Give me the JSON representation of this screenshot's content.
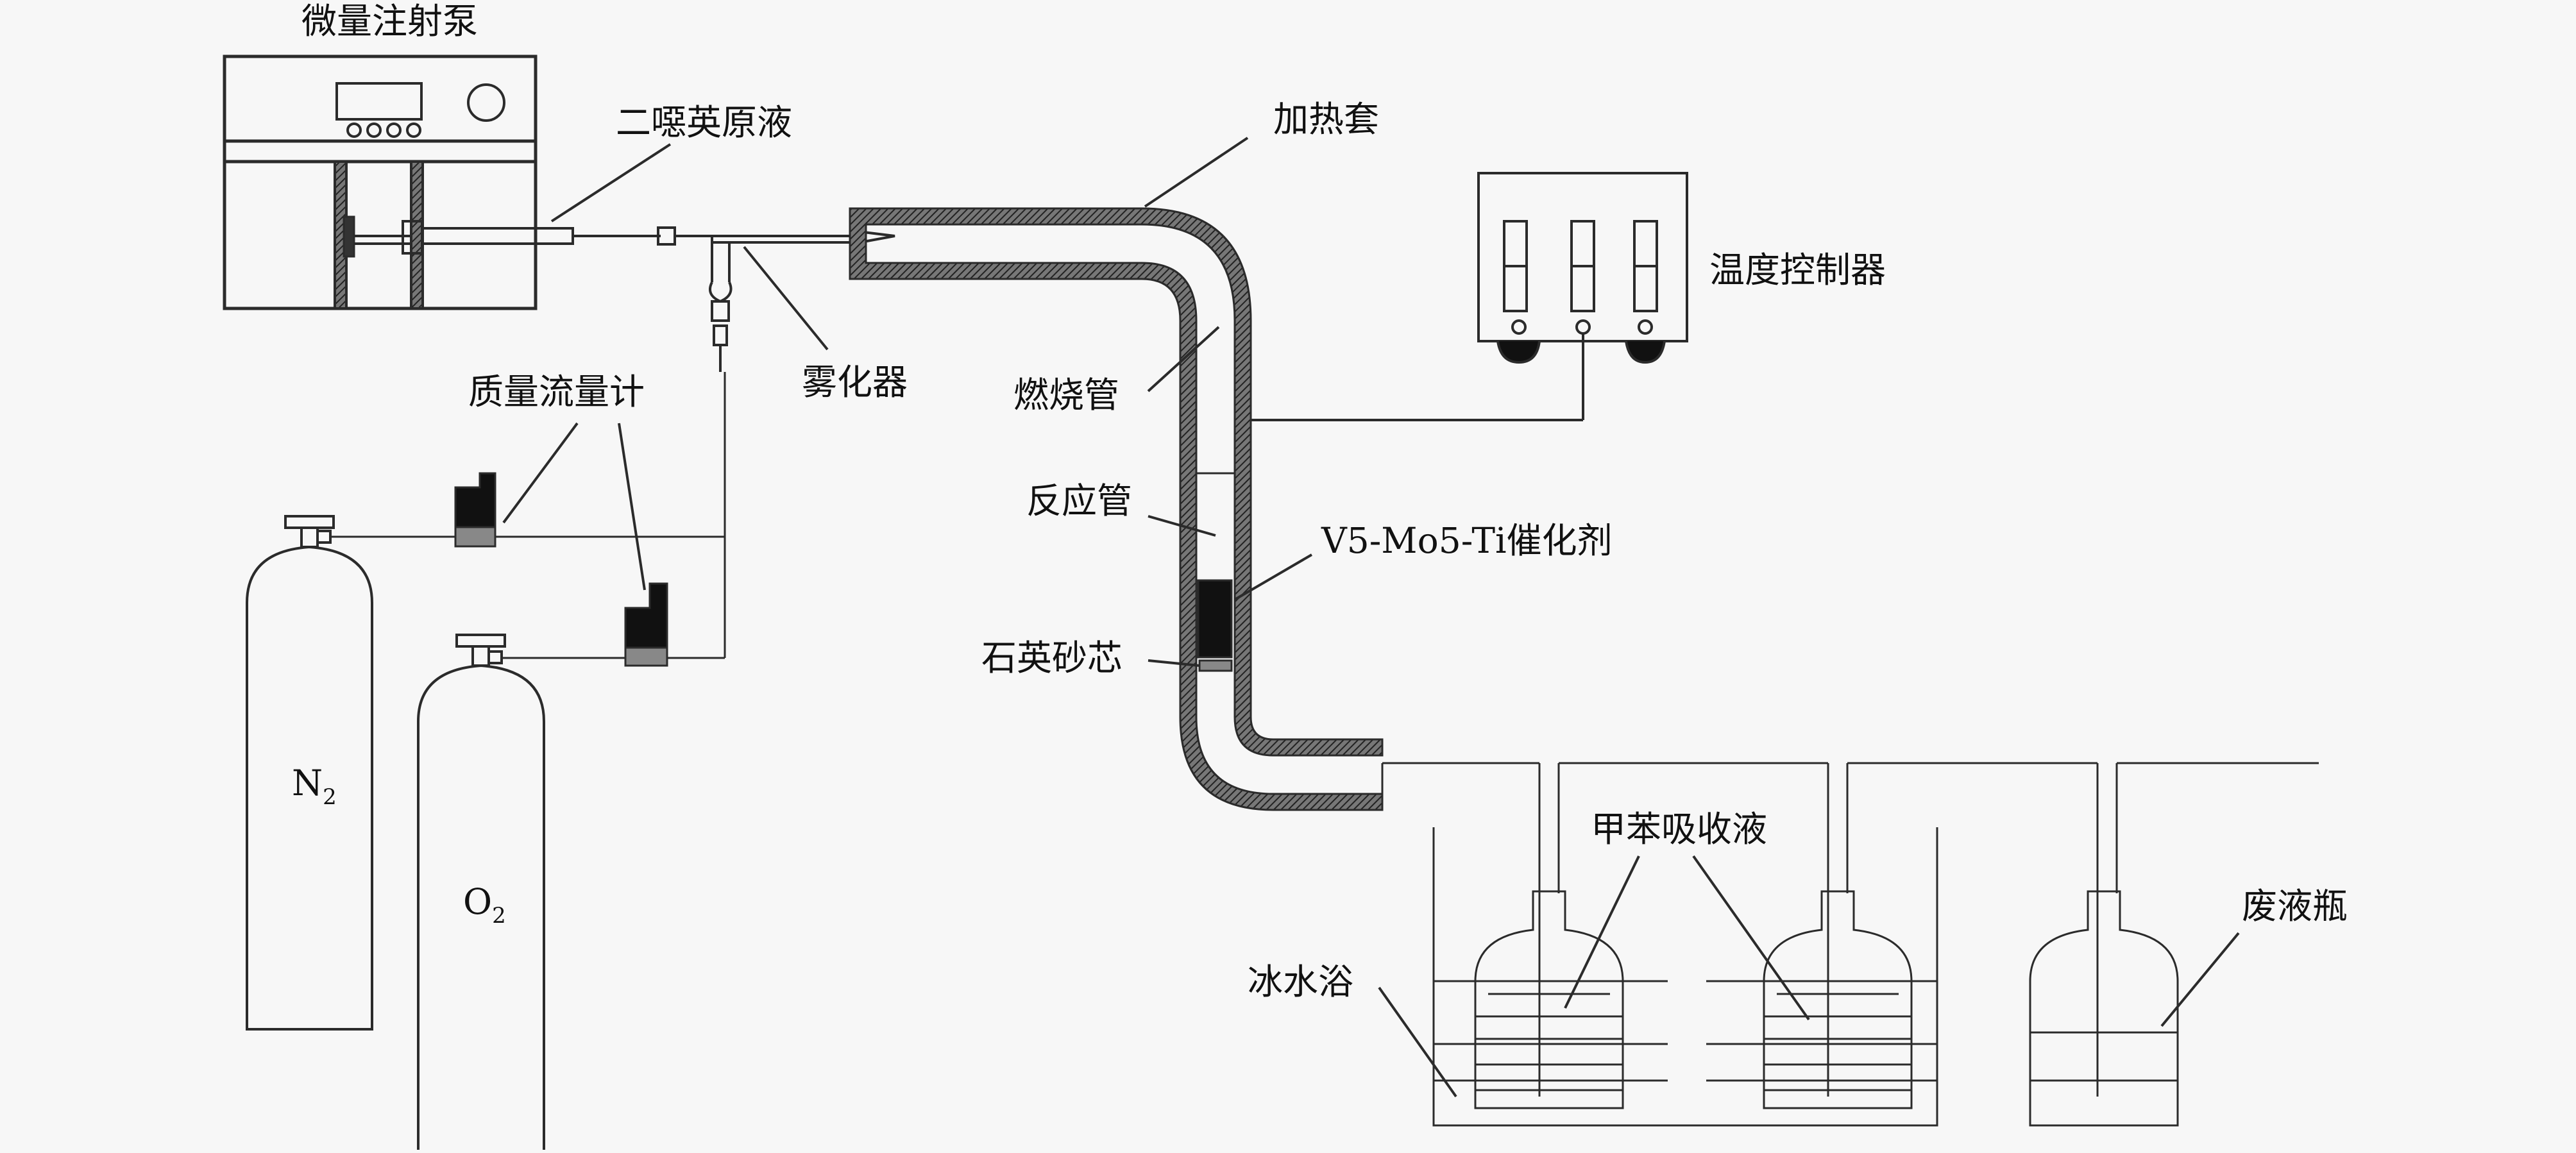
{
  "labels": {
    "syringe_pump": "微量注射泵",
    "dioxin_solution": "二噁英原液",
    "heating_jacket": "加热套",
    "temp_controller": "温度控制器",
    "atomizer": "雾化器",
    "combustion_tube": "燃烧管",
    "mass_flowmeter": "质量流量计",
    "reaction_tube": "反应管",
    "catalyst": "V5-Mo5-Ti催化剂",
    "quartz_frit": "石英砂芯",
    "n2_main": "N",
    "n2_sub": "2",
    "o2_main": "O",
    "o2_sub": "2",
    "toluene_absorbent": "甲苯吸收液",
    "ice_bath": "冰水浴",
    "waste_bottle": "废液瓶"
  },
  "colors": {
    "background": "#f7f7f7",
    "line": "#2b2b2b",
    "jacket_fill": "#555555",
    "catalyst_fill": "#111111",
    "flowmeter_base": "#888888"
  }
}
